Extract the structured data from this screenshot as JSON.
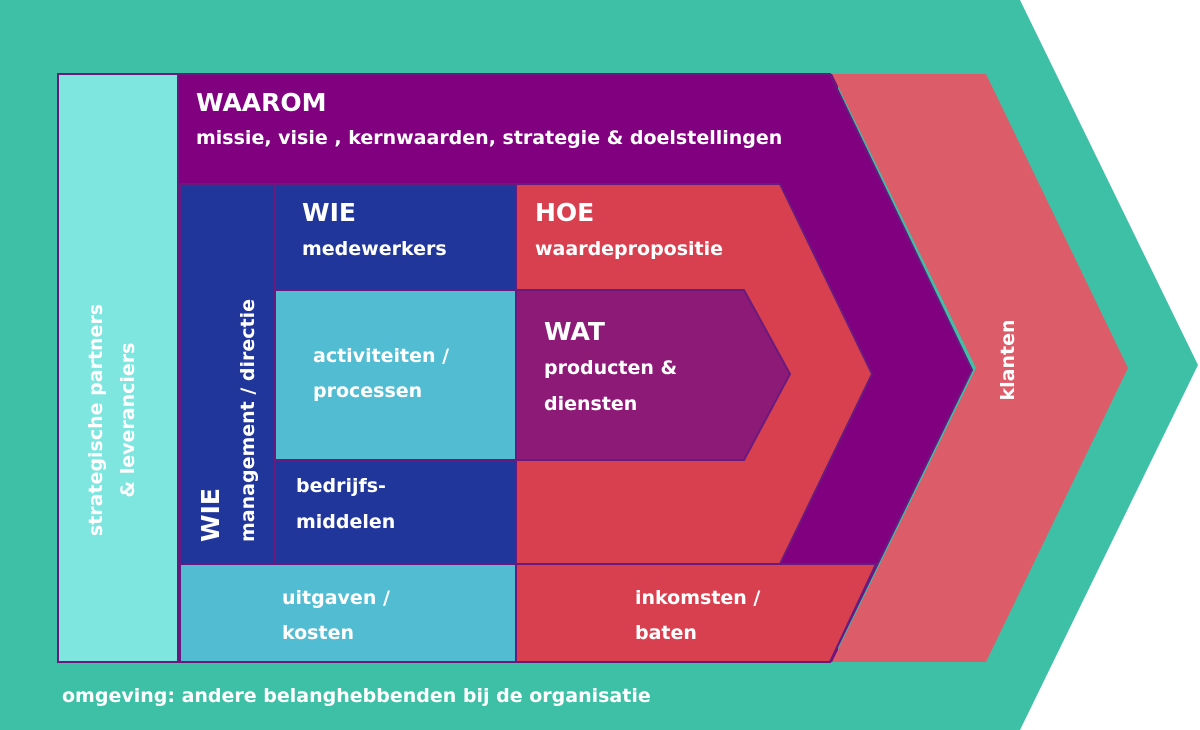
{
  "colors": {
    "environment": "#3dc0a5",
    "partners": "#7ee5df",
    "waarom": "#800080",
    "navy": "#21369a",
    "light_blue": "#52bcd3",
    "red": "#d9404f",
    "wat": "#8e1a78",
    "klanten": "#dc5c69",
    "border": "#6a1a7f"
  },
  "environment": {
    "label": "omgeving: andere belanghebbenden bij de organisatie"
  },
  "partners": {
    "line1": "strategische partners",
    "line2": "& leveranciers"
  },
  "waarom": {
    "title": "WAAROM",
    "subtitle": "missie, visie , kernwaarden, strategie & doelstellingen"
  },
  "management": {
    "title": "WIE",
    "subtitle": "management / directie"
  },
  "employees": {
    "title": "WIE",
    "subtitle": "medewerkers"
  },
  "activities": {
    "line1": "activiteiten /",
    "line2": "processen"
  },
  "resources": {
    "line1": "bedrijfs-",
    "line2": "middelen"
  },
  "hoe": {
    "title": "HOE",
    "subtitle": "waardepropositie"
  },
  "wat": {
    "title": "WAT",
    "line1": "producten &",
    "line2": "diensten"
  },
  "costs": {
    "line1": "uitgaven /",
    "line2": "kosten"
  },
  "revenue": {
    "line1": "inkomsten /",
    "line2": "baten"
  },
  "customers": {
    "label": "klanten"
  }
}
